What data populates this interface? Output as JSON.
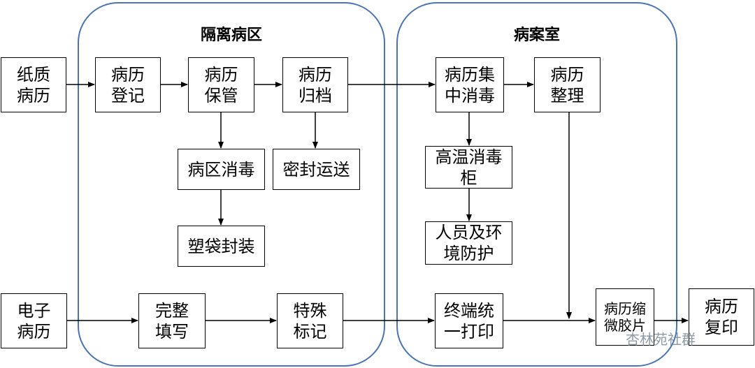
{
  "regions": {
    "isolation_ward": "隔离病区",
    "records_room": "病案室"
  },
  "nodes": {
    "paper_record": "纸质\n病历",
    "record_register": "病历\n登记",
    "record_keep": "病历\n保管",
    "record_archive": "病历\n归档",
    "ward_disinfect": "病区消毒",
    "seal_transport": "密封运送",
    "plastic_bag": "塑袋封装",
    "central_disinfect": "病历集\n中消毒",
    "record_organize": "病历\n整理",
    "high_temp_cabinet": "高温消毒\n柜",
    "staff_protection": "人员及环\n境防护",
    "electronic_record": "电子\n病历",
    "complete_fill": "完整\n填写",
    "special_mark": "特殊\n标记",
    "terminal_print": "终端统\n一打印",
    "microfilm": "病历缩\n微胶片",
    "record_copy": "病历\n复印"
  },
  "watermark": "杏林苑社群"
}
